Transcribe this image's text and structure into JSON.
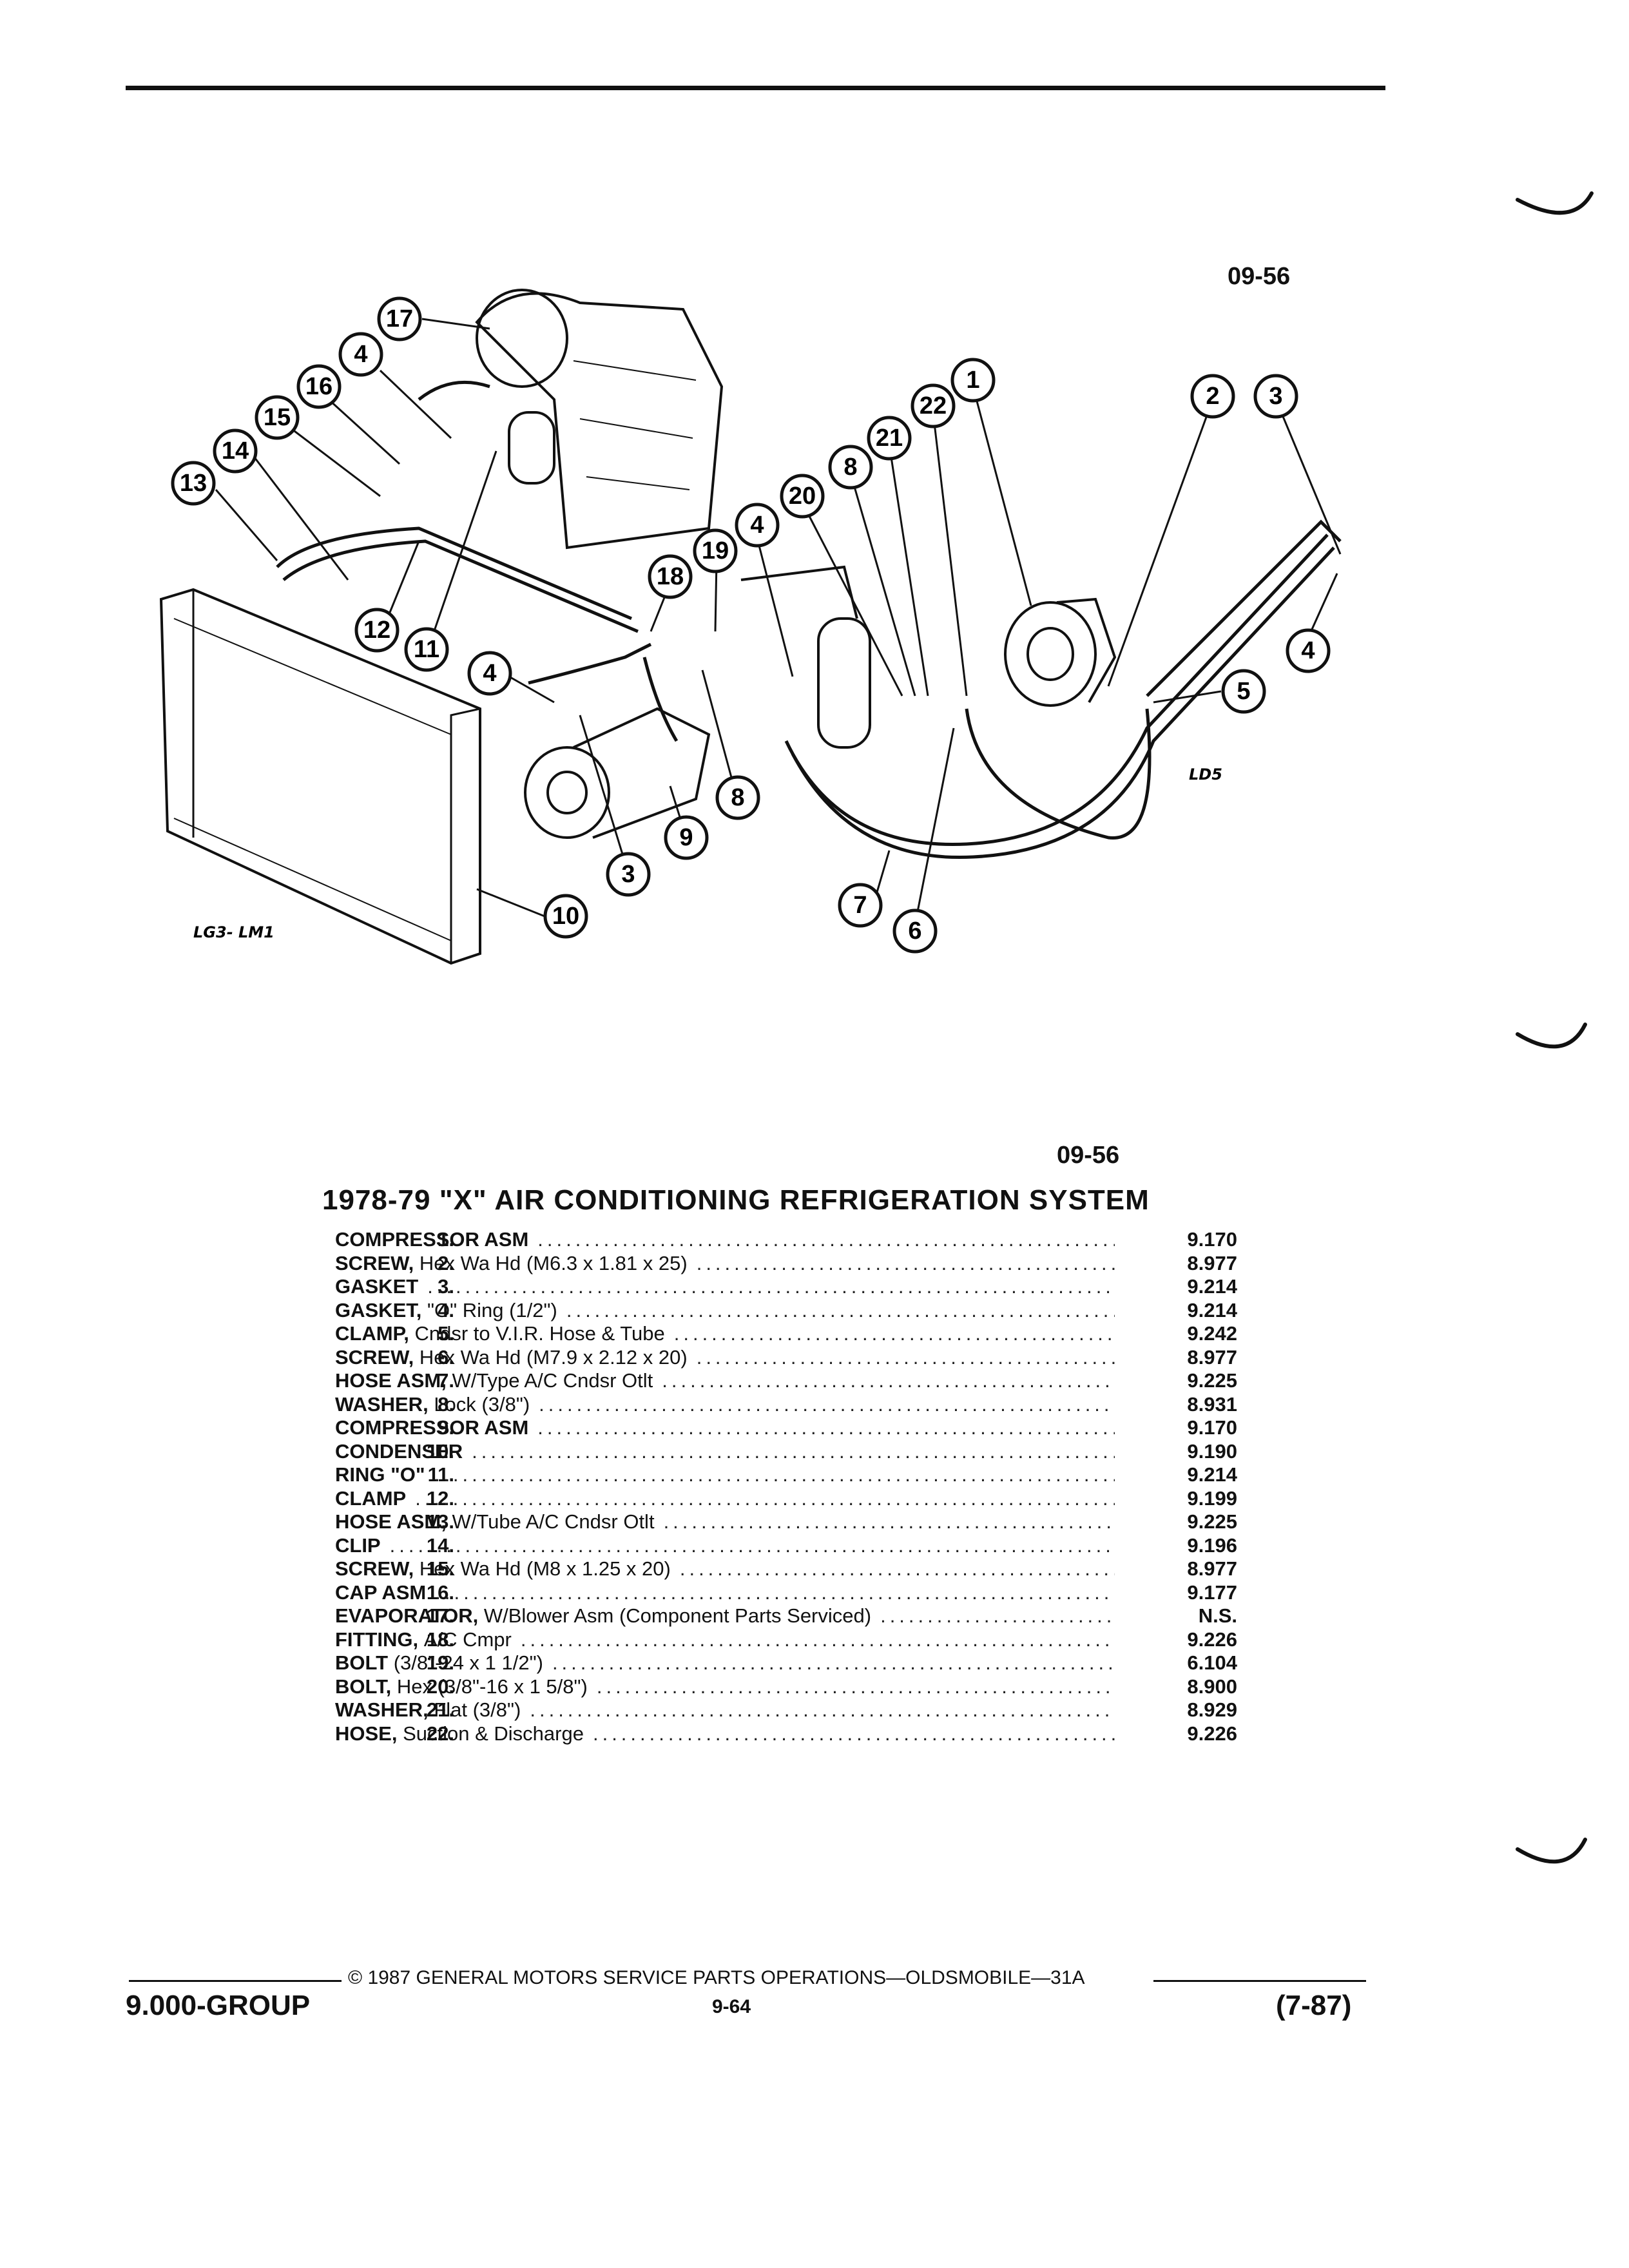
{
  "header": {
    "figure_code_top": "09-56",
    "figure_code_mid": "09-56"
  },
  "figure": {
    "engine_labels": {
      "left": "LG3- LM1",
      "right": "LD5"
    },
    "callouts": [
      "17",
      "4",
      "16",
      "15",
      "14",
      "13",
      "12",
      "11",
      "18",
      "19",
      "4",
      "8",
      "9",
      "3",
      "10",
      "1",
      "22",
      "21",
      "8",
      "20",
      "4",
      "2",
      "3",
      "4",
      "5",
      "7",
      "6"
    ]
  },
  "title": "1978-79 \"X\" AIR CONDITIONING REFRIGERATION SYSTEM",
  "parts": [
    {
      "num": "1.",
      "name": "COMPRESSOR ASM",
      "spec": "",
      "code": "9.170"
    },
    {
      "num": "2.",
      "name": "SCREW,",
      "spec": "Hex Wa Hd (M6.3 x 1.81 x 25)",
      "code": "8.977"
    },
    {
      "num": "3.",
      "name": "GASKET",
      "spec": "",
      "code": "9.214"
    },
    {
      "num": "4.",
      "name": "GASKET,",
      "spec": "\"O\" Ring (1/2\")",
      "code": "9.214"
    },
    {
      "num": "5.",
      "name": "CLAMP,",
      "spec": "Cndsr to V.I.R. Hose & Tube",
      "code": "9.242"
    },
    {
      "num": "6.",
      "name": "SCREW,",
      "spec": "Hex Wa Hd (M7.9 x 2.12 x 20)",
      "code": "8.977"
    },
    {
      "num": "7.",
      "name": "HOSE ASM,",
      "spec": "W/Type A/C Cndsr Otlt",
      "code": "9.225"
    },
    {
      "num": "8.",
      "name": "WASHER,",
      "spec": "Lock (3/8\")",
      "code": "8.931"
    },
    {
      "num": "9.",
      "name": "COMPRESSOR ASM",
      "spec": "",
      "code": "9.170"
    },
    {
      "num": "10.",
      "name": "CONDENSER",
      "spec": "",
      "code": "9.190"
    },
    {
      "num": "11.",
      "name": "RING \"O\"",
      "spec": "",
      "code": "9.214"
    },
    {
      "num": "12.",
      "name": "CLAMP",
      "spec": "",
      "code": "9.199"
    },
    {
      "num": "13.",
      "name": "HOSE ASM,",
      "spec": "W/Tube A/C Cndsr Otlt",
      "code": "9.225"
    },
    {
      "num": "14.",
      "name": "CLIP",
      "spec": "",
      "code": "9.196"
    },
    {
      "num": "15.",
      "name": "SCREW,",
      "spec": "Hex Wa Hd (M8 x 1.25 x 20)",
      "code": "8.977"
    },
    {
      "num": "16.",
      "name": "CAP ASM",
      "spec": "",
      "code": "9.177"
    },
    {
      "num": "17.",
      "name": "EVAPORATOR,",
      "spec": "W/Blower Asm (Component Parts Serviced)",
      "code": "N.S."
    },
    {
      "num": "18.",
      "name": "FITTING,",
      "spec": "A/C Cmpr",
      "code": "9.226"
    },
    {
      "num": "19.",
      "name": "BOLT",
      "spec": "(3/8\"-24 x 1 1/2\")",
      "code": "6.104"
    },
    {
      "num": "20.",
      "name": "BOLT,",
      "spec": "Hex (3/8\"-16 x 1 5/8\")",
      "code": "8.900"
    },
    {
      "num": "21.",
      "name": "WASHER,",
      "spec": "Flat (3/8\")",
      "code": "8.929"
    },
    {
      "num": "22.",
      "name": "HOSE,",
      "spec": "Suction & Discharge",
      "code": "9.226"
    }
  ],
  "footer": {
    "copyright": "© 1987 GENERAL MOTORS SERVICE PARTS OPERATIONS—OLDSMOBILE—31A",
    "group": "9.000-GROUP",
    "page": "9-64",
    "revision": "(7-87)"
  }
}
